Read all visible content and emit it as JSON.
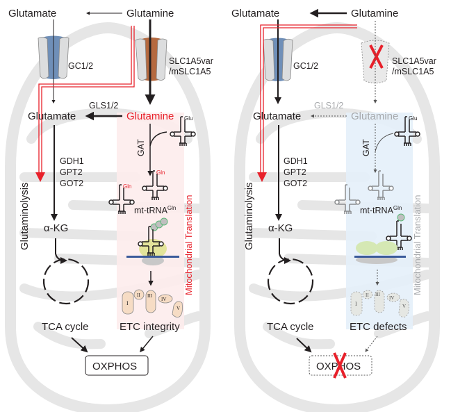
{
  "colors": {
    "red": "#e8202a",
    "dark": "#231f20",
    "mito_gray": "#e6e6e6",
    "pink_panel": "#fdecec",
    "blue_panel": "#e4f0fa",
    "gc_blue": "#6f8fb8",
    "slc_brown": "#b5693f",
    "faded": "#a7a9ac",
    "complex_fill": "#f6dcc4"
  },
  "left_panel": {
    "top_glutamate": "Glutamate",
    "top_glutamine": "Glutamine",
    "gc_label": "GC1/2",
    "slc_label_1": "SLC1A5var",
    "slc_label_2": "/mSLC1A5",
    "gls_label": "GLS1/2",
    "inner_glutamate": "Glutamate",
    "inner_glutamine": "Glutamine",
    "glu_tag": "Glu",
    "gat_label": "GAT",
    "gln_tag_1": "Gln",
    "gln_tag_2": "Gln",
    "mt_trna": "mt-tRNA",
    "mt_trna_sup": "Gln",
    "enzymes": [
      "GDH1",
      "GPT2",
      "GOT2"
    ],
    "akg": "α-KG",
    "glutaminolysis": "Glutaminolysis",
    "mito_translation": "Mitochondrial Translation",
    "tca": "TCA cycle",
    "etc": "ETC integrity",
    "complexes": [
      "I",
      "II",
      "III",
      "IV",
      "V"
    ],
    "oxphos": "OXPHOS"
  },
  "right_panel": {
    "top_glutamate": "Glutamate",
    "top_glutamine": "Glutamine",
    "gc_label": "GC1/2",
    "slc_label_1": "SLC1A5var",
    "slc_label_2": "/mSLC1A5",
    "gls_label": "GLS1/2",
    "inner_glutamate": "Glutamate",
    "inner_glutamine": "Glutamine",
    "glu_tag": "Glu",
    "gat_label": "GAT",
    "mt_trna": "mt-tRNA",
    "mt_trna_sup": "Gln",
    "enzymes": [
      "GDH1",
      "GPT2",
      "GOT2"
    ],
    "akg": "α-KG",
    "glutaminolysis": "Glutaminolysis",
    "mito_translation": "Mitochondrial Translation",
    "tca": "TCA cycle",
    "etc": "ETC defects",
    "complexes": [
      "I",
      "II",
      "III",
      "IV",
      "V"
    ],
    "oxphos": "OXPHOS"
  }
}
